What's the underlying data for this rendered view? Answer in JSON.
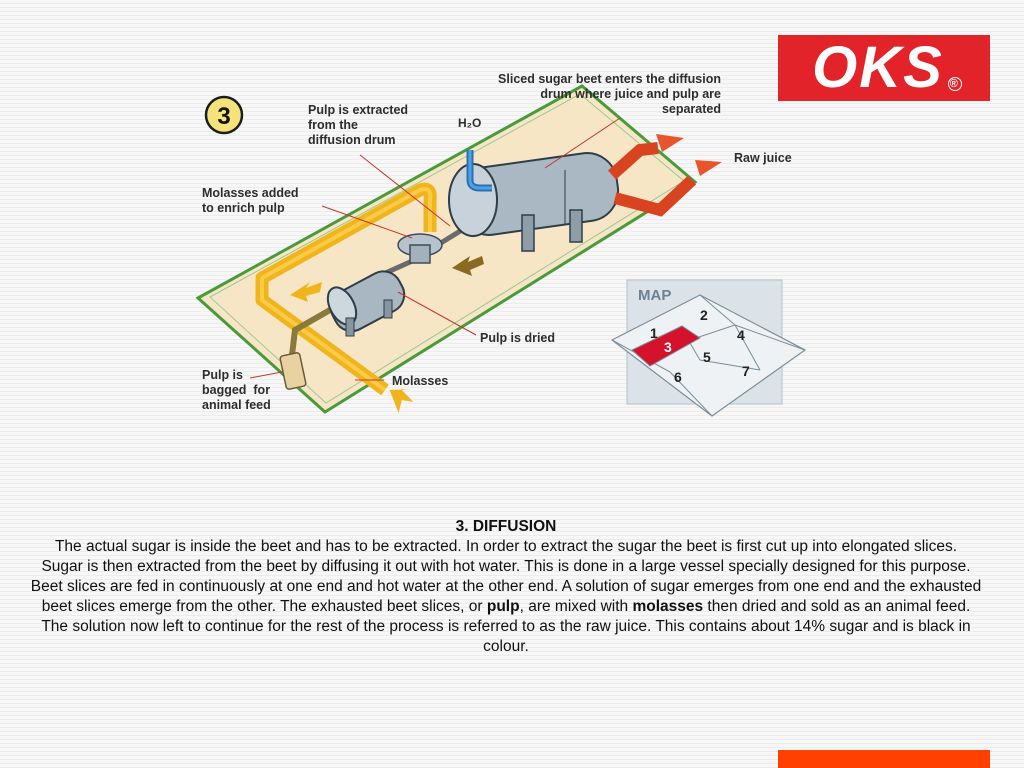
{
  "brand": {
    "logo_text": "OKS",
    "registered": "®",
    "accent": "#e3232a",
    "bar_color": "#ff4000"
  },
  "diagram": {
    "step_number": "3",
    "h2o_label": "H₂O",
    "labels": {
      "sliced_beet": "Sliced sugar beet enters the diffusion\ndrum where juice and pulp are\nseparated",
      "raw_juice": "Raw juice",
      "pulp_extracted": "Pulp is extracted\nfrom the\ndiffusion drum",
      "molasses_added": "Molasses added\nto enrich pulp",
      "pulp_dried": "Pulp is dried",
      "pulp_bagged": "Pulp is\nbagged  for\nanimal feed",
      "molasses": "Molasses"
    },
    "map": {
      "title": "MAP",
      "cells": [
        "1",
        "2",
        "3",
        "4",
        "5",
        "6",
        "7"
      ],
      "highlighted": "3"
    }
  },
  "description": {
    "title": "3. DIFFUSION",
    "p1": "The actual sugar is inside the beet and has to be extracted. In order to extract the sugar the beet is first cut up into elongated slices.",
    "p2_a": "Sugar is then extracted from the beet by diffusing it out with hot water. This is done in a large vessel specially designed for this purpose. Beet slices are fed in continuously at one end and hot water at the other end. A solution of sugar emerges from one end and the exhausted beet slices emerge from the other. The exhausted beet slices, or ",
    "p2_pulp": "pulp",
    "p2_b": ", are mixed with ",
    "p2_molasses": "molasses",
    "p2_c": " then dried and sold as an animal feed.",
    "p3": "The solution now left to continue for the rest of the process is referred to as the raw juice. This contains about 14% sugar and is black in colour."
  }
}
